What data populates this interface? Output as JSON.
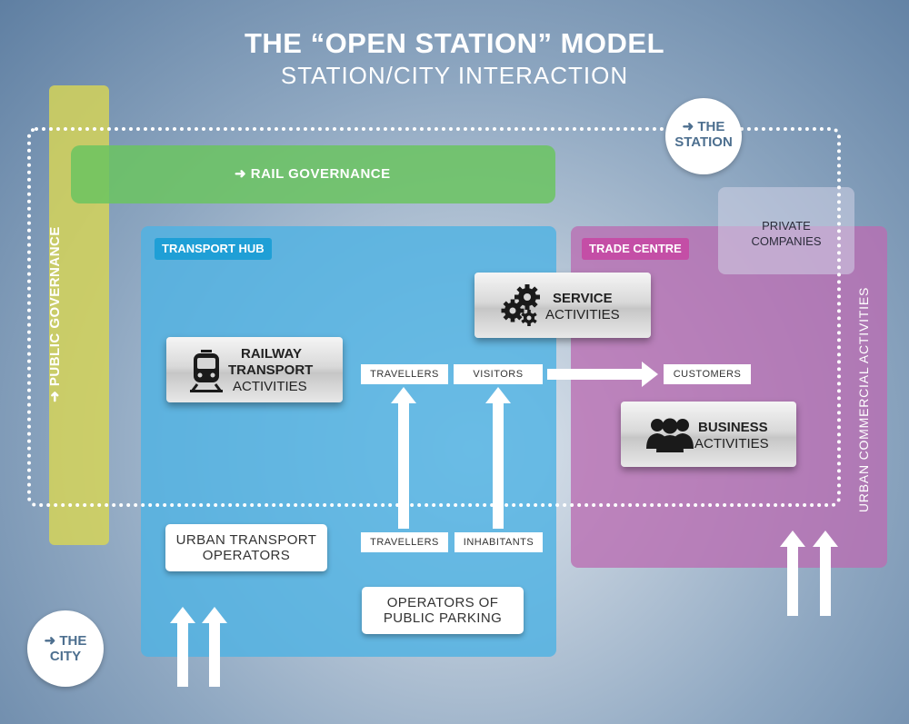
{
  "title": "THE “OPEN STATION” MODEL",
  "subtitle": "STATION/CITY INTERACTION",
  "public_governance": "➜ PUBLIC GOVERNANCE",
  "rail_governance": "➜ RAIL GOVERNANCE",
  "the_station": {
    "line1": "➜ THE",
    "line2": "STATION"
  },
  "the_city": {
    "line1": "➜ THE",
    "line2": "CITY"
  },
  "transport_hub": "TRANSPORT HUB",
  "trade_centre": "TRADE CENTRE",
  "private_companies": {
    "line1": "PRIVATE",
    "line2": "COMPANIES"
  },
  "urban_commercial": "URBAN COMMERCIAL ACTIVITIES",
  "service_activities": {
    "line1": "SERVICE",
    "line2": "ACTIVITIES",
    "icon": "gears-icon"
  },
  "railway_activities": {
    "line1": "RAILWAY",
    "line2": "TRANSPORT",
    "line3": "ACTIVITIES",
    "icon": "train-icon"
  },
  "business_activities": {
    "line1": "BUSINESS",
    "line2": "ACTIVITIES",
    "icon": "people-icon"
  },
  "labels": {
    "travellers_top": "TRAVELLERS",
    "visitors": "VISITORS",
    "customers": "CUSTOMERS",
    "travellers_bottom": "TRAVELLERS",
    "inhabitants": "INHABITANTS"
  },
  "urban_transport_operators": {
    "line1": "URBAN TRANSPORT",
    "line2": "OPERATORS"
  },
  "operators_parking": {
    "line1": "OPERATORS OF",
    "line2": "PUBLIC PARKING"
  },
  "colors": {
    "public_governance": "#d8d656",
    "rail_governance": "#6bc460",
    "transport_hub": "#4fb2e3",
    "trade_centre": "#ba6db2",
    "tag_transport": "#1f9fd6",
    "tag_trade": "#c44ea6",
    "circle_text": "#4d6f8f"
  }
}
